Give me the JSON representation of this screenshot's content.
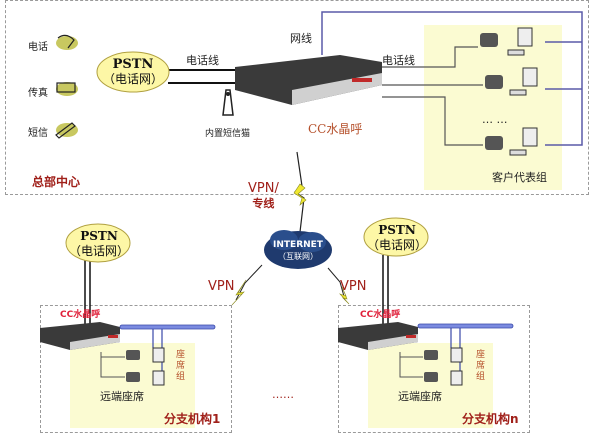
{
  "hq": {
    "region_label": "总部中心",
    "devices": [
      {
        "label": "电话",
        "icon": "telephone-icon"
      },
      {
        "label": "传真",
        "icon": "fax-icon"
      },
      {
        "label": "短信",
        "icon": "mobile-phone-icon"
      }
    ],
    "pstn": {
      "title": "PSTN",
      "subtitle": "（电话网）"
    },
    "phone_line_label_left": "电话线",
    "network_line_label": "网线",
    "phone_line_label_right": "电话线",
    "sms_cat_label": "内置短信猫",
    "server_label": "CC水晶呼",
    "ellipsis": "… …",
    "agent_group_label": "客户代表组"
  },
  "wan": {
    "link_label_line1": "VPN/",
    "link_label_line2": "专线",
    "internet_title": "INTERNET",
    "internet_subtitle": "（互联网）",
    "vpn_left": "VPN",
    "vpn_right": "VPN",
    "more_branches": "……"
  },
  "branches": [
    {
      "pstn": {
        "title": "PSTN",
        "subtitle": "（电话网）"
      },
      "server_label": "CC水晶呼",
      "seat_group_label": "座席组",
      "remote_label": "远端座席",
      "branch_label": "分支机构1"
    },
    {
      "pstn": {
        "title": "PSTN",
        "subtitle": "（电话网）"
      },
      "server_label": "CC水晶呼",
      "seat_group_label": "座席组",
      "remote_label": "远端座席",
      "branch_label": "分支机构n"
    }
  ],
  "colors": {
    "label_red": "#a0201a",
    "server_label": "#b5502b",
    "branch_server_label": "#e0203a",
    "network_line": "#5a5aa8",
    "cloud_fill": "#fdf7a6",
    "internet_fill": "#1f3a6e",
    "highlight": "#fbfbd2"
  }
}
